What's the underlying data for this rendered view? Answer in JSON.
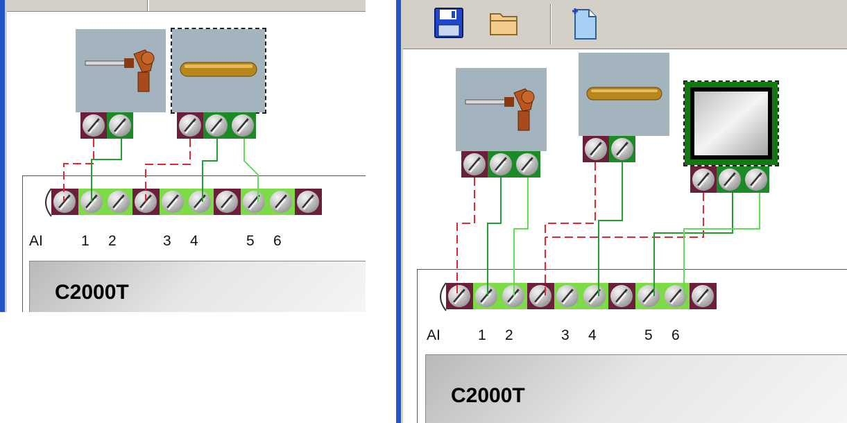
{
  "screen": {
    "width": 1221,
    "height": 610
  },
  "colors": {
    "frame_blue": "#2454c8",
    "toolbar_gray": "#d4d0c8",
    "sensor_bg": "#a3b4be",
    "terminal_red": "#6b1f3a",
    "terminal_green": "#1c8a26",
    "terminal_light_green": "#7bdc45",
    "wire_red": "#e8262a",
    "wire_green": "#20a030"
  },
  "toolbar": {
    "buttons": [
      {
        "icon": "floppy-save-icon",
        "action": "save"
      },
      {
        "icon": "folder-open-icon",
        "action": "open"
      },
      {
        "icon": "new-document-icon",
        "action": "new"
      }
    ]
  },
  "left_panel": {
    "channel_labels": {
      "prefix": "AI",
      "numbers": [
        "1",
        "2",
        "3",
        "4",
        "5",
        "6"
      ]
    },
    "device_name": "C2000T",
    "sensors": [
      {
        "kind": "thermocouple-probe",
        "terminals": [
          "red",
          "grn"
        ]
      },
      {
        "kind": "rod-sensor",
        "selected": true,
        "terminals": [
          "red",
          "grn",
          "grn"
        ]
      }
    ],
    "strip_terminals": [
      "red",
      "lgrn",
      "lgrn",
      "red",
      "lgrn",
      "lgrn",
      "red",
      "lgrn",
      "lgrn",
      "red"
    ]
  },
  "right_panel": {
    "channel_labels": {
      "prefix": "AI",
      "numbers": [
        "1",
        "2",
        "3",
        "4",
        "5",
        "6"
      ]
    },
    "device_name": "C2000T",
    "sensors": [
      {
        "kind": "thermocouple-probe",
        "terminals": [
          "red",
          "grn",
          "grn"
        ]
      },
      {
        "kind": "rod-sensor",
        "terminals": [
          "red",
          "grn"
        ]
      },
      {
        "kind": "display-panel",
        "selected": true,
        "terminals": [
          "red",
          "grn",
          "grn"
        ]
      }
    ],
    "strip_terminals": [
      "red",
      "lgrn",
      "lgrn",
      "red",
      "lgrn",
      "lgrn",
      "red",
      "lgrn",
      "lgrn",
      "red"
    ]
  }
}
